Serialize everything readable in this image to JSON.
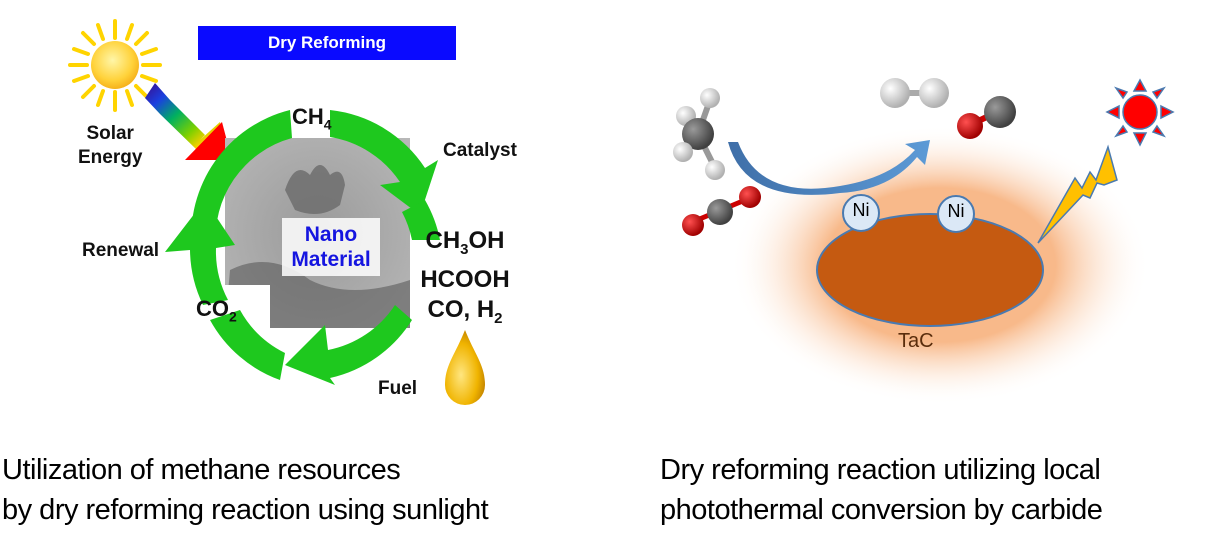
{
  "left_panel": {
    "title": "Dry Reforming",
    "solar_label_line1": "Solar",
    "solar_label_line2": "Energy",
    "cycle": {
      "top": "CH",
      "top_sub": "4",
      "right": "Catalyst",
      "left": "Renewal",
      "bottom_left": "CO",
      "bottom_left_sub": "2",
      "center_line1": "Nano",
      "center_line2": "Material",
      "bottom_right": "Fuel"
    },
    "products": [
      {
        "main": "CH",
        "sub": "3",
        "tail": "OH"
      },
      {
        "main": "HCOOH",
        "sub": "",
        "tail": ""
      },
      {
        "main": "CO, H",
        "sub": "2",
        "tail": ""
      }
    ],
    "caption_line1": "Utilization of methane resources",
    "caption_line2": "by dry reforming reaction using sunlight"
  },
  "right_panel": {
    "catalyst_site_1": "Ni",
    "catalyst_site_2": "Ni",
    "support_label": "TaC",
    "caption_line1": "Dry reforming reaction utilizing local",
    "caption_line2": "photothermal conversion by carbide"
  },
  "colors": {
    "title_bg": "#0a0aff",
    "cycle_green": "#1ec81e",
    "nano_blue": "#1515e0",
    "tac_brown": "#c55a11",
    "glow": "#f8b98a",
    "ni_fill": "#dbe8f6",
    "arrow_blue": "#4a86c5",
    "oxygen_red": "#e00000",
    "carbon_gray": "#606060",
    "bolt": "#ffc000",
    "sun_red": "#ff0000"
  }
}
